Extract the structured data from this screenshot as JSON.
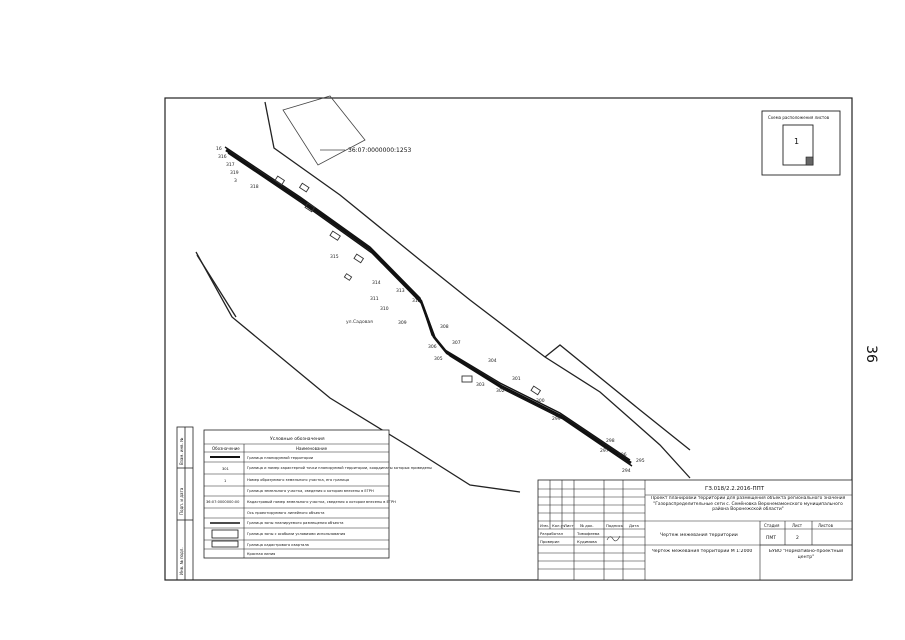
{
  "page": {
    "page_number": "36"
  },
  "inset": {
    "title": "Схема расположения листов",
    "sheet": "1"
  },
  "map": {
    "parcel_label": "36:07:0000000:1253",
    "points": [
      "16",
      "316",
      "317",
      "319",
      "3",
      "318",
      "315",
      "314",
      "313",
      "312",
      "311",
      "310",
      "309",
      "308",
      "307",
      "306",
      "305",
      "304",
      "303",
      "302",
      "301",
      "300",
      "299",
      "298",
      "297",
      "296",
      "295",
      "294"
    ],
    "side_label": "ул.Садовая"
  },
  "legend": {
    "title": "Условные обозначения",
    "header": [
      "Обозначение",
      "Наименование"
    ],
    "rows": [
      {
        "symbol": "",
        "text": "Граница планируемой территории"
      },
      {
        "symbol": "301",
        "text": "Граница и номер характерной точки планируемой территории, координаты которых приведены"
      },
      {
        "symbol": "1",
        "text": "Номер образуемого земельного участка, его граница"
      },
      {
        "symbol": "",
        "text": "Граница земельного участка, сведения о котором внесены в ЕГРН"
      },
      {
        "symbol": "36:07:0000000:00",
        "text": "Кадастровый номер земельного участка, сведения о котором внесены в ЕГРН"
      },
      {
        "symbol": "",
        "text": "Ось проектируемого линейного объекта"
      },
      {
        "symbol": "",
        "text": "Граница зоны планируемого размещения объекта"
      },
      {
        "symbol": "",
        "text": "Граница зоны с особыми условиями использования"
      },
      {
        "symbol": "",
        "text": "Граница кадастрового квартала"
      },
      {
        "symbol": "",
        "text": "Красная линия"
      }
    ]
  },
  "side_strip": {
    "labels": [
      "Взам. инв. №",
      "Подп. и дата",
      "Инв. № подл."
    ]
  },
  "stamp": {
    "code": "ГЗ.018/2.2.2016-ППТ",
    "project_title": "Проект планировки территории для размещения объекта регионального значения \"Газораспределительные сети с. Семёновка Верхнемамонского муниципального района Воронежской области\"",
    "col_headers": [
      "Изм.",
      "Кол.уч",
      "Лист",
      "№ док.",
      "Подпись",
      "Дата"
    ],
    "roles": [
      {
        "role": "Разработал",
        "name": "Тимофеева"
      },
      {
        "role": "Проверил",
        "name": "Кудимова"
      }
    ],
    "sheet_title": "Чертеж межевания территории",
    "drawing_title": "Чертеж межевания территории М 1:2000",
    "stage_label": "Стадия",
    "sheet_label": "Лист",
    "sheets_label": "Листов",
    "stage": "ПМТ",
    "sheet": "2",
    "sheets": "",
    "org": "БУВО \"Нормативно-проектный центр\""
  }
}
